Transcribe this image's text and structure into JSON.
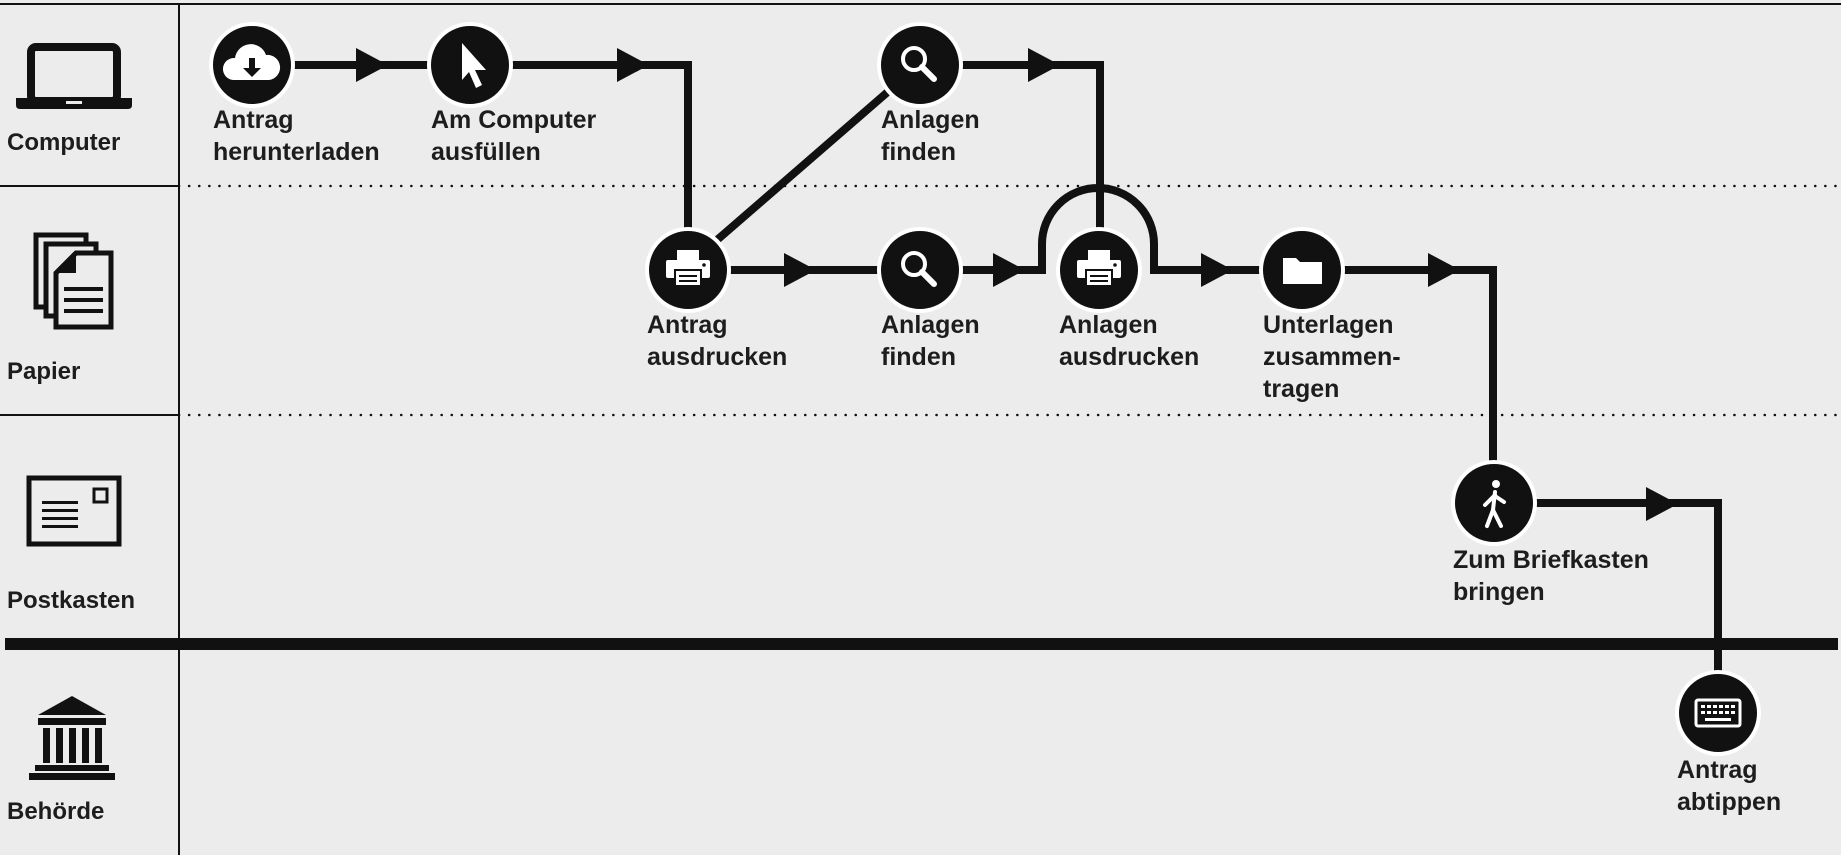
{
  "lanes": [
    {
      "id": "computer",
      "label": "Computer",
      "icon": "laptop-icon"
    },
    {
      "id": "papier",
      "label": "Papier",
      "icon": "paper-stack-icon"
    },
    {
      "id": "postkasten",
      "label": "Postkasten",
      "icon": "envelope-icon"
    },
    {
      "id": "behoerde",
      "label": "Behörde",
      "icon": "government-building-icon"
    }
  ],
  "steps": [
    {
      "id": "antrag-herunterladen",
      "lane": "computer",
      "icon": "cloud-download-icon",
      "label": "Antrag\nherunterladen"
    },
    {
      "id": "am-computer-ausfuellen",
      "lane": "computer",
      "icon": "mouse-pointer-icon",
      "label": "Am Computer\nausfüllen"
    },
    {
      "id": "anlagen-finden-computer",
      "lane": "computer",
      "icon": "search-icon",
      "label": "Anlagen\nfinden"
    },
    {
      "id": "antrag-ausdrucken",
      "lane": "papier",
      "icon": "printer-icon",
      "label": "Antrag\nausdrucken"
    },
    {
      "id": "anlagen-finden-papier",
      "lane": "papier",
      "icon": "search-icon",
      "label": "Anlagen\nfinden"
    },
    {
      "id": "anlagen-ausdrucken",
      "lane": "papier",
      "icon": "printer-icon",
      "label": "Anlagen\nausdrucken"
    },
    {
      "id": "unterlagen-zusammentragen",
      "lane": "papier",
      "icon": "folder-icon",
      "label": "Unterlagen\nzusammen-\ntragen"
    },
    {
      "id": "zum-briefkasten-bringen",
      "lane": "postkasten",
      "icon": "walking-person-icon",
      "label": "Zum Briefkasten\nbringen"
    },
    {
      "id": "antrag-abtippen",
      "lane": "behoerde",
      "icon": "keyboard-icon",
      "label": "Antrag\nabtippen"
    }
  ],
  "colors": {
    "background": "#ececec",
    "ink": "#111111",
    "text": "#1d1d1d"
  }
}
